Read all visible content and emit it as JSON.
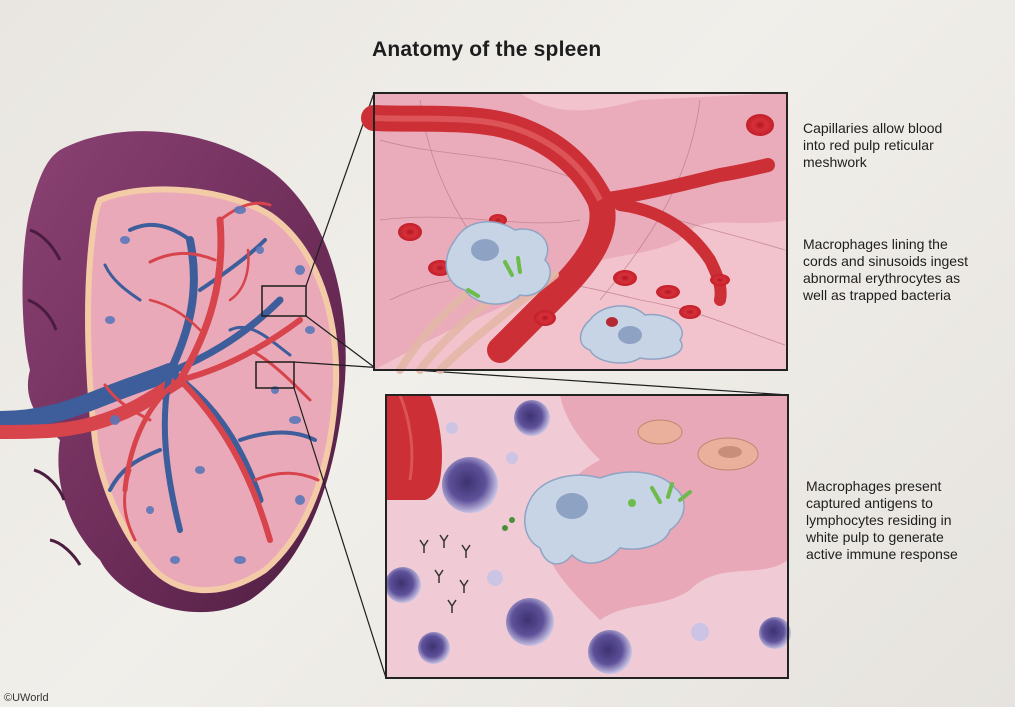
{
  "title": "Anatomy of the spleen",
  "captions": {
    "capillaries": [
      "Capillaries allow blood",
      "into red pulp reticular",
      "meshwork"
    ],
    "macrophages_lining": [
      "Macrophages lining the",
      "cords and sinusoids ingest",
      "abnormal erythrocytes as",
      "well as trapped bacteria"
    ],
    "macrophages_present": [
      "Macrophages present",
      "captured antigens to",
      "lymphocytes residing in",
      "white pulp to generate",
      "active immune response"
    ]
  },
  "copyright": "©UWorld",
  "colors": {
    "capsule": "#6e2f5a",
    "red_pulp": "#e8a6b4",
    "artery": "#d8444b",
    "vein": "#3d5d9b",
    "white_pulp": "#5b78b8",
    "lymphocyte": "#5b4f8f",
    "macrophage": "#c6d4e6",
    "frame": "#222222"
  }
}
